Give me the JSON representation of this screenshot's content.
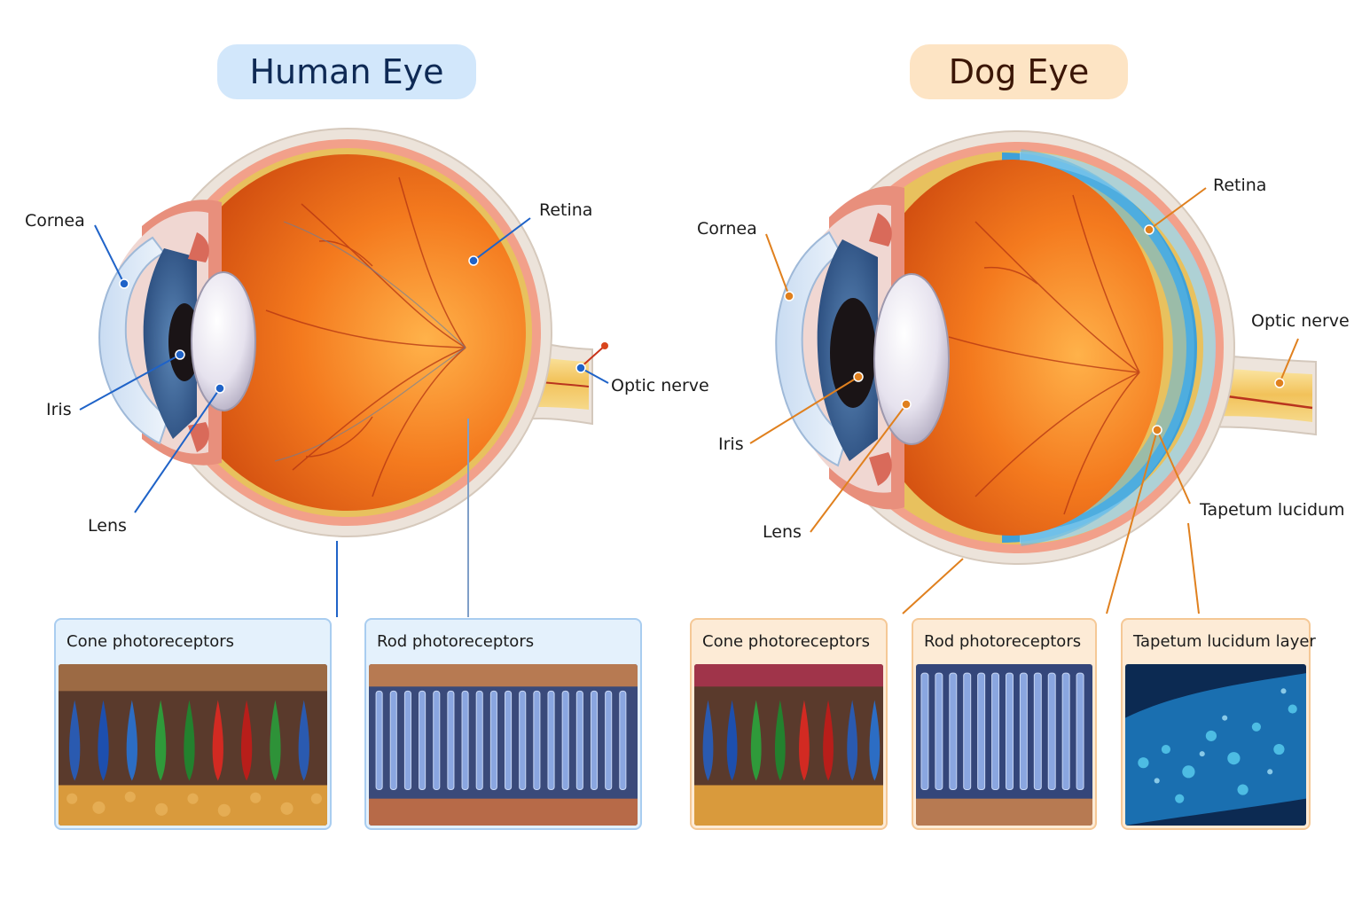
{
  "human": {
    "title": "Human Eye",
    "labels": {
      "cornea": "Cornea",
      "retina": "Retina",
      "iris": "Iris",
      "optic_nerve": "Optic nerve",
      "lens": "Lens"
    },
    "panels": [
      "Cone photoreceptors",
      "Rod photoreceptors"
    ],
    "accent": "#1f63c8"
  },
  "dog": {
    "title": "Dog Eye",
    "labels": {
      "cornea": "Cornea",
      "retina": "Retina",
      "optic_nerve": "Optic nerve",
      "iris": "Iris",
      "tapetum": "Tapetum lucidum",
      "lens": "Lens"
    },
    "panels": [
      "Cone photoreceptors",
      "Rod photoreceptors",
      "Tapetum lucidum layer"
    ],
    "accent": "#e0801e"
  }
}
